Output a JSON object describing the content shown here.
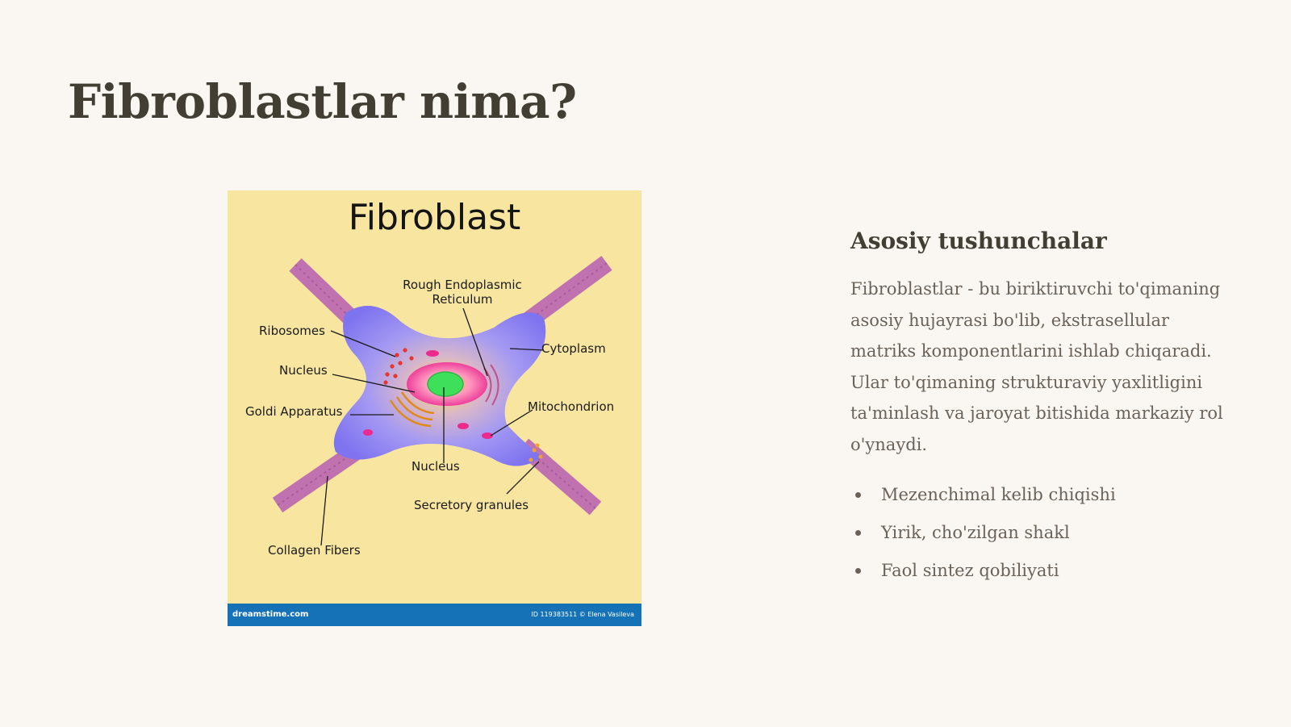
{
  "title": "Fibroblastlar nima?",
  "figure": {
    "title": "Fibroblast",
    "labels": {
      "rer": "Rough Endoplasmic Reticulum",
      "ribosomes": "Ribosomes",
      "cytoplasm": "Cytoplasm",
      "nucleus_left": "Nucleus",
      "golgi": "Goldi Apparatus",
      "mitochondrion": "Mitochondrion",
      "nucleus_bottom": "Nucleus",
      "secretory": "Secretory granules",
      "collagen": "Collagen Fibers"
    },
    "footer_left": "dreamstime.com",
    "footer_right": "ID 119383511 © Elena Vasileva",
    "colors": {
      "background": "#f8e6a0",
      "cell": "#8f86ee",
      "fiber": "#c071b0",
      "nucleus": "#3ee05a",
      "footer": "#1572b6"
    }
  },
  "side": {
    "heading": "Asosiy tushunchalar",
    "paragraph": "Fibroblastlar - bu biriktiruvchi to'qimaning asosiy hujayrasi bo'lib, ekstrasellular matriks komponentlarini ishlab chiqaradi. Ular to'qimaning strukturaviy yaxlitligini ta'minlash va jaroyat bitishida markaziy rol o'ynaydi.",
    "bullets": [
      "Mezenchimal kelib chiqishi",
      "Yirik, cho'zilgan shakl",
      "Faol sintez qobiliyati"
    ]
  }
}
